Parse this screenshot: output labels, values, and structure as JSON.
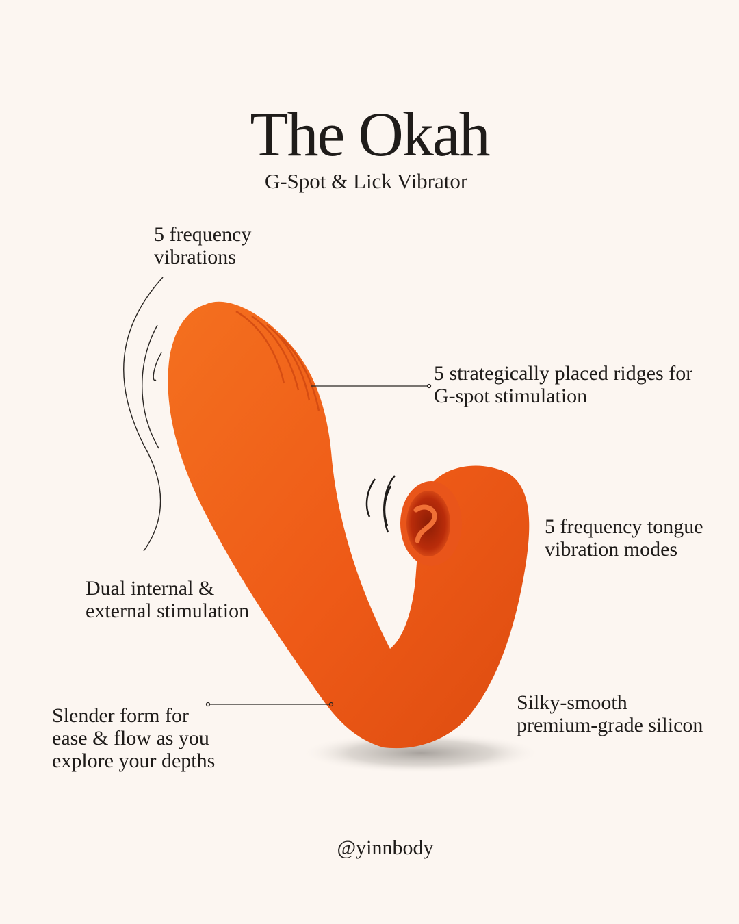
{
  "title": "The Okah",
  "subtitle": "G-Spot & Lick Vibrator",
  "callouts": {
    "vibrations": "5 frequency\nvibrations",
    "ridges": "5 strategically placed ridges for\nG-spot stimulation",
    "tongue": "5 frequency tongue\nvibration modes",
    "dual": "Dual internal &\nexternal stimulation",
    "slender": "Slender form for\nease & flow as you\nexplore your depths",
    "silicone": "Silky-smooth\npremium-grade silicon"
  },
  "handle": "@yinnbody",
  "colors": {
    "background": "#fcf6f1",
    "product": "#f05a1a",
    "text": "#1f1c1a"
  }
}
